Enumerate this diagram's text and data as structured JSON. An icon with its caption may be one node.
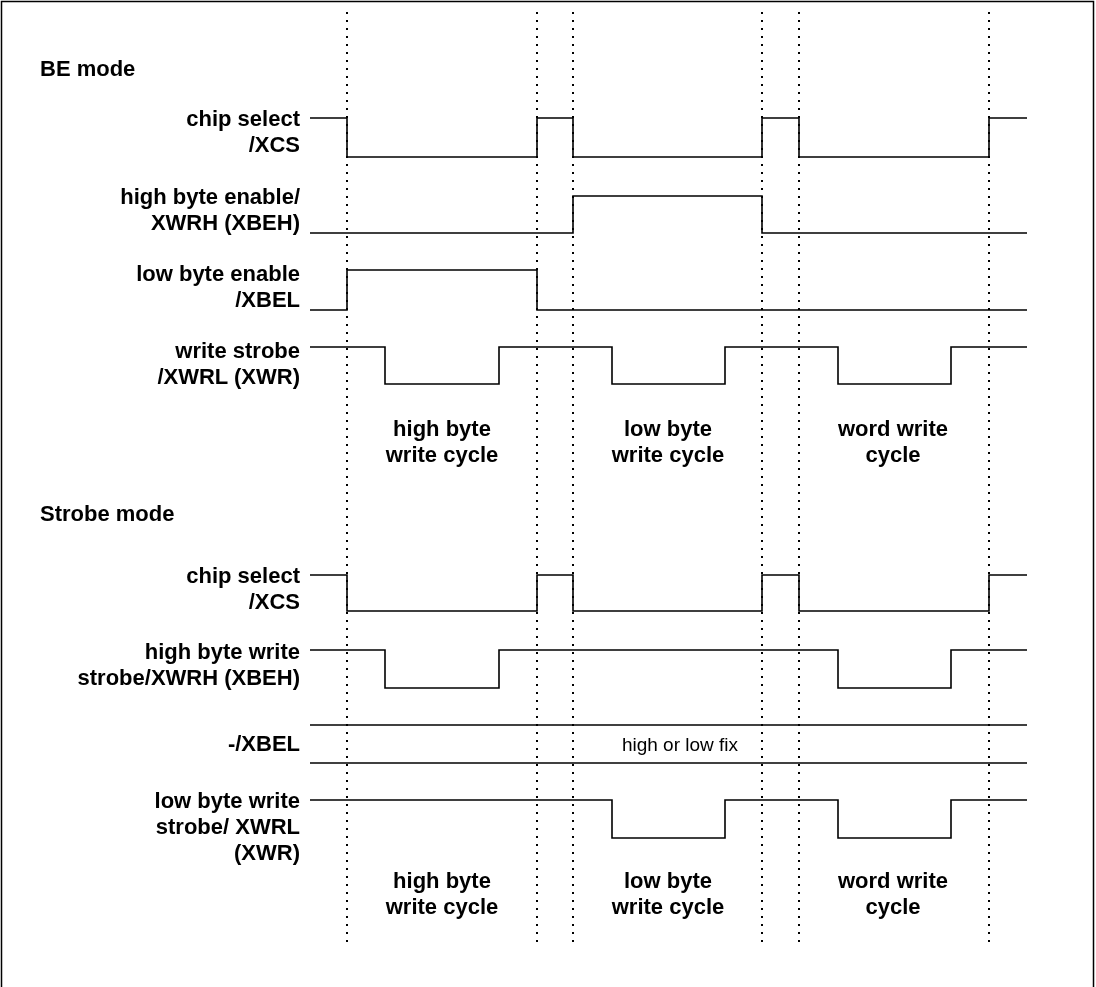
{
  "diagram": {
    "labels": [
      "BE mode",
      "chip select /XCS",
      "high byte enable/ XWRH (XBEH)",
      "low byte enable /XBEL",
      "write strobe /XWRL (XWR)",
      "high byte write cycle",
      "low byte write cycle",
      "word write cycle",
      "Strobe mode",
      "chip select /XCS",
      "high byte write strobe/XWRH (XBEH)",
      "-/XBEL",
      "high or low fix",
      "low byte write strobe/ XWRL (XWR)",
      "high byte write cycle",
      "low byte write cycle",
      "word write cycle"
    ]
  }
}
